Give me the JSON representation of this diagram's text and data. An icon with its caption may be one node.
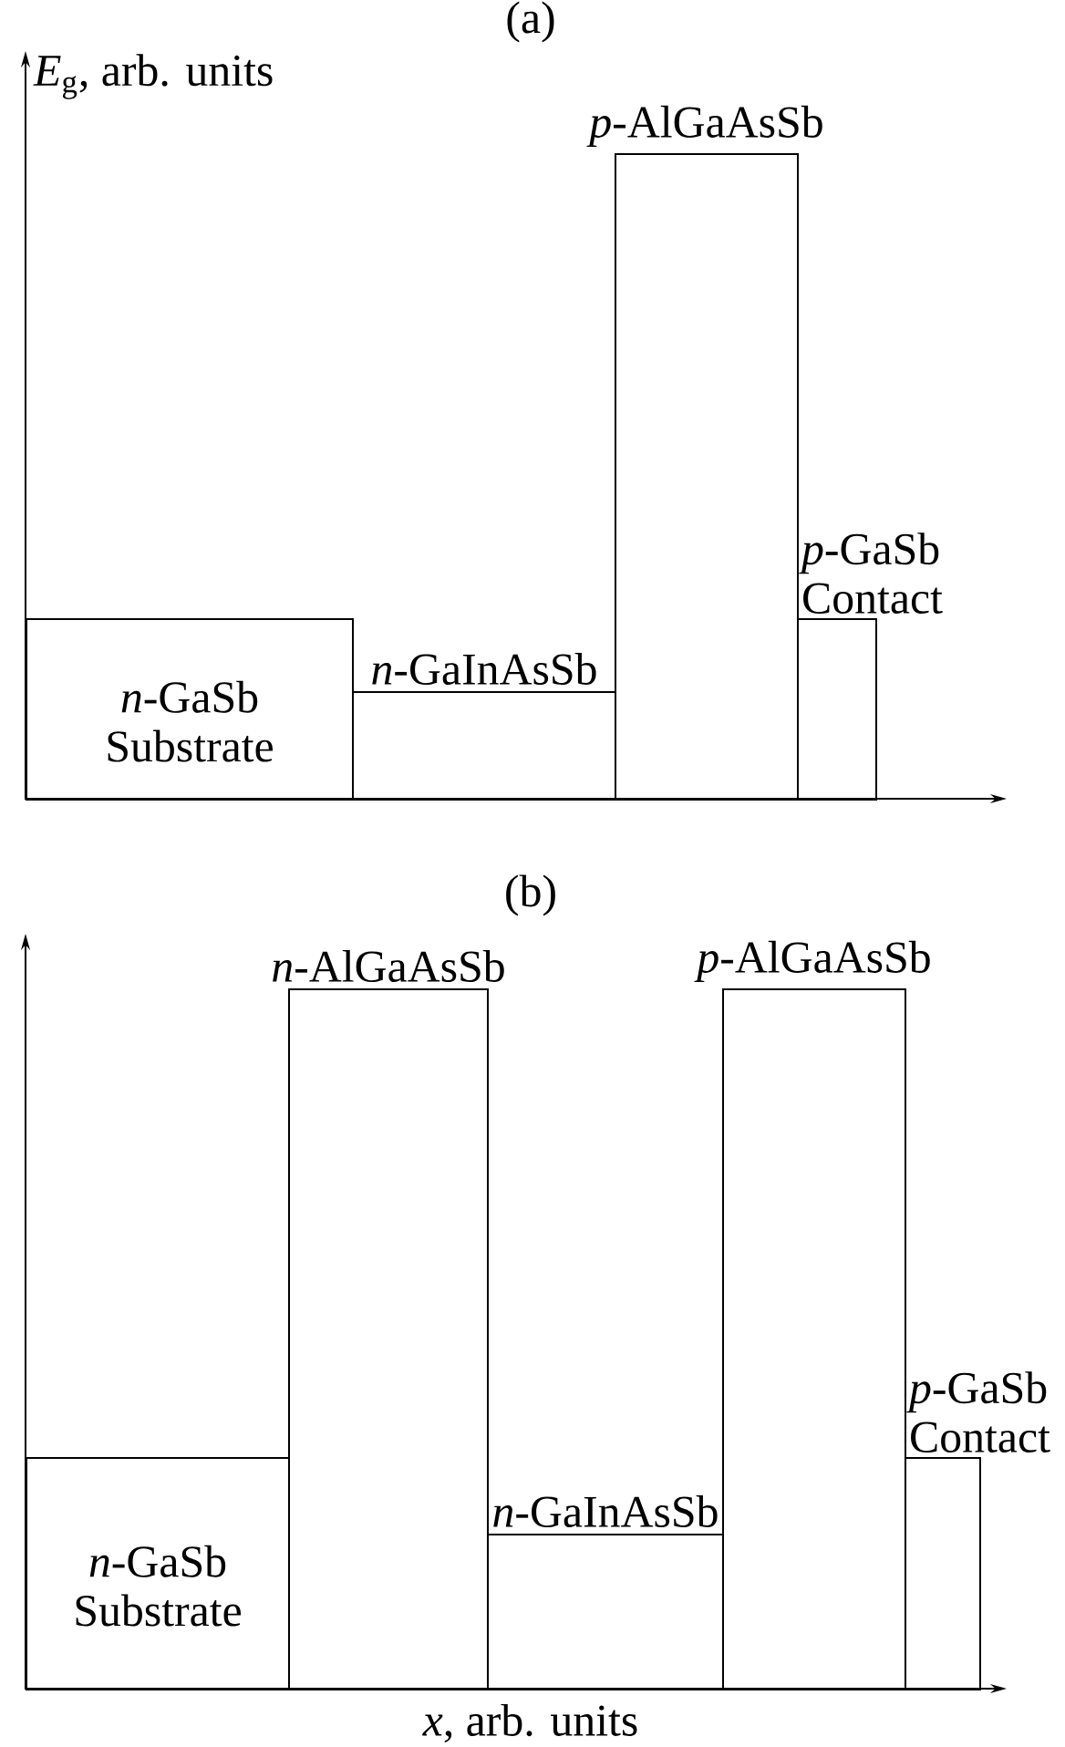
{
  "diagram": {
    "nodes": [
      {
        "text": [
          "*n*-GaSb Substrate"
        ]
      },
      {
        "text": [
          "*n*-GaInAsSb"
        ]
      },
      {
        "text": [
          "*p*-AlGaAsSb"
        ]
      },
      {
        "text": [
          "*p*-GaSb Contact"
        ]
      },
      {
        "text": [
          "*n*-GaSb Substrate"
        ]
      },
      {
        "text": [
          "*n*-AlGaAsSb"
        ]
      },
      {
        "text": [
          "*n*-GaInAsSb"
        ]
      },
      {
        "text": [
          "*p*-AlGaAsSb"
        ]
      },
      {
        "text": [
          "*p*-GaSb Contact"
        ]
      }
    ],
    "labels": [
      "(a)",
      "*E*$_{g}$, arb. units",
      "(b)",
      "*x*, arb. units"
    ]
  }
}
